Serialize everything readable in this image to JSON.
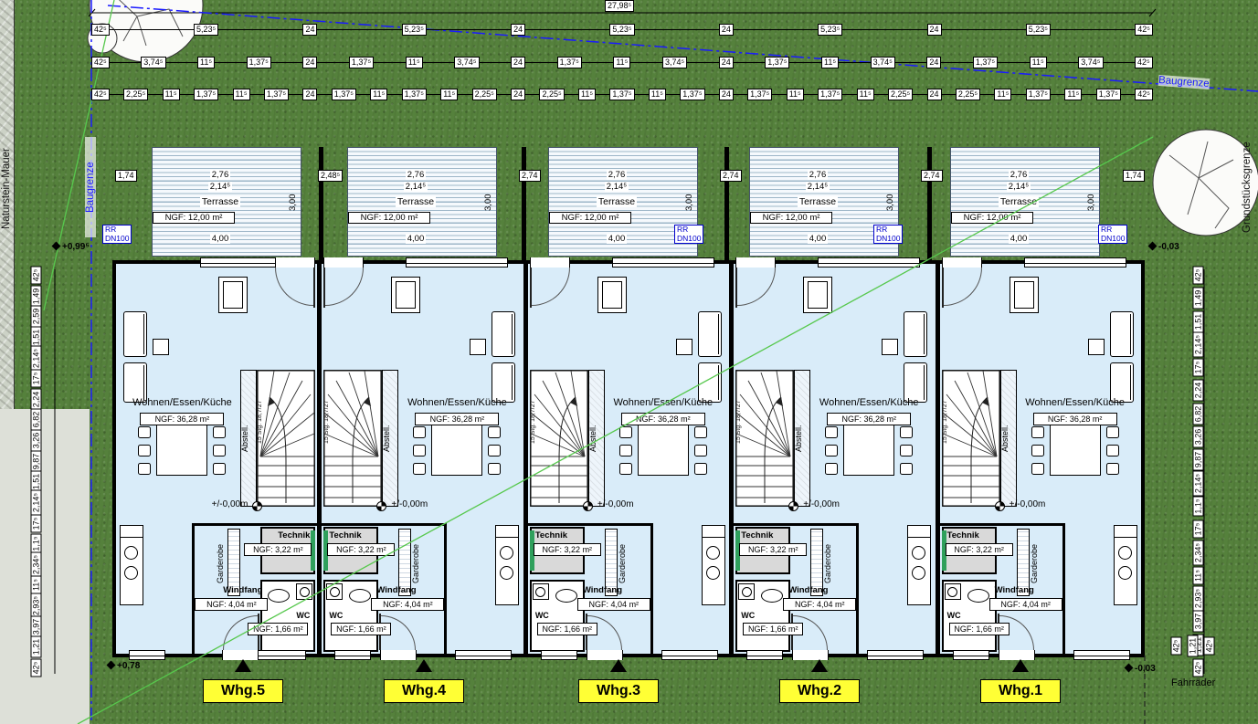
{
  "colors": {
    "grass": "#55813c",
    "interior": "#d9ecf9",
    "terrace_line": "#9db6c8",
    "baugrenze_blue": "#1a1aff",
    "green_line": "#57c84d",
    "apartment_yellow": "#ffff35",
    "technik_gray": "#d9d9d9",
    "door_green": "#2fa05c"
  },
  "site": {
    "naturstein_mauer": "Naturstein-Mauer",
    "grundstuecksgrenze": "Grundstücksgrenze",
    "baugrenze_left": "Baugrenze",
    "baugrenze_top": "Baugrenze",
    "fahrraeder": "Fahrräder",
    "rr": {
      "line1": "RR",
      "line2": "DN100"
    },
    "levels": {
      "top_left": "+0,99⁵",
      "top_right": "-0,03",
      "bottom_left": "+0,78",
      "bottom_right": "-0,03"
    }
  },
  "dims": {
    "total": "27,98⁵",
    "row2": [
      "42⁵",
      "5,23⁵",
      "24",
      "5,23⁵",
      "24",
      "5,23⁵",
      "24",
      "5,23⁵",
      "24",
      "5,23⁵",
      "42⁵"
    ],
    "row3": [
      "42⁵",
      "3,74⁵",
      "11⁵",
      "1,37⁵",
      "24",
      "1,37⁵",
      "11⁵",
      "3,74⁵",
      "24",
      "1,37⁵",
      "11⁵",
      "3,74⁵",
      "24",
      "1,37⁵",
      "11⁵",
      "3,74⁵",
      "24",
      "1,37⁵",
      "11⁵",
      "3,74⁵",
      "42⁵"
    ],
    "row4": [
      "42⁵",
      "2,25⁵",
      "11⁵",
      "1,37⁵",
      "11⁵",
      "1,37⁵",
      "24",
      "1,37⁵",
      "11⁵",
      "1,37⁵",
      "11⁵",
      "2,25⁵",
      "24",
      "2,25⁵",
      "11⁵",
      "1,37⁵",
      "11⁵",
      "1,37⁵",
      "24",
      "1,37⁵",
      "11⁵",
      "1,37⁵",
      "11⁵",
      "2,25⁵",
      "24",
      "2,25⁵",
      "11⁵",
      "1,37⁵",
      "11⁵",
      "1,37⁵",
      "42⁵"
    ],
    "left": [
      "42⁵",
      "1,49",
      "2,59",
      "1,51",
      "2,14⁵",
      "17⁵",
      "2,24",
      "6,82",
      "3,26",
      "9,87",
      "1,51",
      "2,14⁵",
      "17⁵",
      "1,1⁵",
      "2,34⁵",
      "11⁵",
      "2,93⁵",
      "3,97",
      "1,21",
      "42⁵"
    ],
    "right": [
      "42⁵",
      "1,49",
      "1,51",
      "2,14⁵",
      "17⁵",
      "2,24",
      "6,82",
      "3,26",
      "9,87",
      "2,14⁵",
      "1,1⁵",
      "17⁵",
      "2,34⁵",
      "11⁵",
      "2,93⁵",
      "3,97",
      "1,21",
      "42⁵"
    ],
    "terrace_gaps": [
      "1,74",
      "2,48⁵",
      "2,74",
      "2,74",
      "2,74",
      "1,74"
    ],
    "bike": [
      "42⁵",
      "1,21",
      "42⁵"
    ]
  },
  "terrace": {
    "w1": "2,76",
    "w2": "2,14⁵",
    "name": "Terrasse",
    "ngf": "NGF: 12,00 m²",
    "w_bottom": "4,00",
    "depth": "3,00"
  },
  "unit": {
    "wohnen": "Wohnen/Essen/Küche",
    "wohnen_ngf": "NGF: 36,28 m²",
    "abstell": "Abstell.",
    "stair": "15 Stg. 18,7/27",
    "technik": "Technik",
    "technik_ngf": "NGF: 3,22 m²",
    "garderobe": "Garderobe",
    "windfang": "Windfang",
    "windfang_ngf": "NGF: 4,04 m²",
    "wc": "WC",
    "wc_ngf": "NGF: 1,66 m²",
    "level": "+/-0,00m"
  },
  "apartments": [
    {
      "label": "Whg.5"
    },
    {
      "label": "Whg.4"
    },
    {
      "label": "Whg.3"
    },
    {
      "label": "Whg.2"
    },
    {
      "label": "Whg.1"
    }
  ]
}
